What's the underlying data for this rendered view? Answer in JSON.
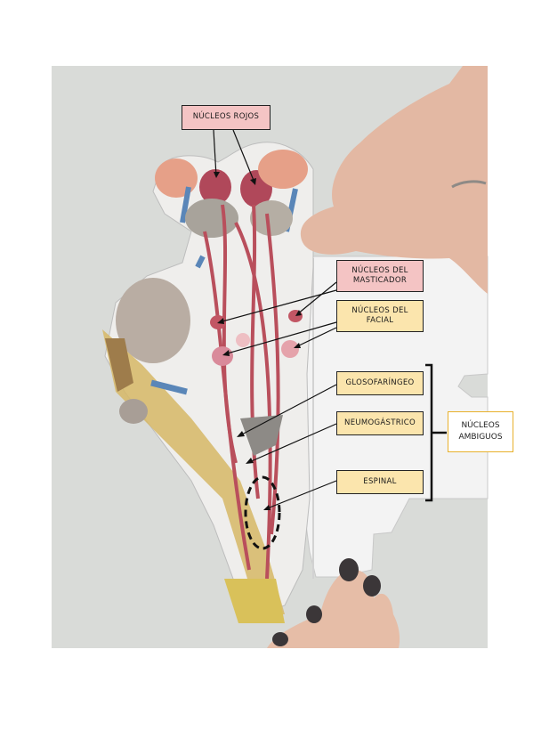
{
  "labels": {
    "nucleos_rojos": "NÚCLEOS ROJOS",
    "nucleos_masticador": "NÚCLEOS DEL\nMASTICADOR",
    "nucleos_facial": "NÚCLEOS DEL\nFACIAL",
    "glosofaringeo": "GLOSOFARÍNGEO",
    "neumogastrico": "NEUMOGÁSTRICO",
    "espinal": "ESPINAL",
    "nucleos_ambiguos": "NÚCLEOS\nAMBIGUOS"
  },
  "colors": {
    "pink_label": "#f4c4c4",
    "yellow_label": "#fbe5ad",
    "ambiguos_border": "#e8b12c",
    "photo_background": "#dcdedb"
  }
}
